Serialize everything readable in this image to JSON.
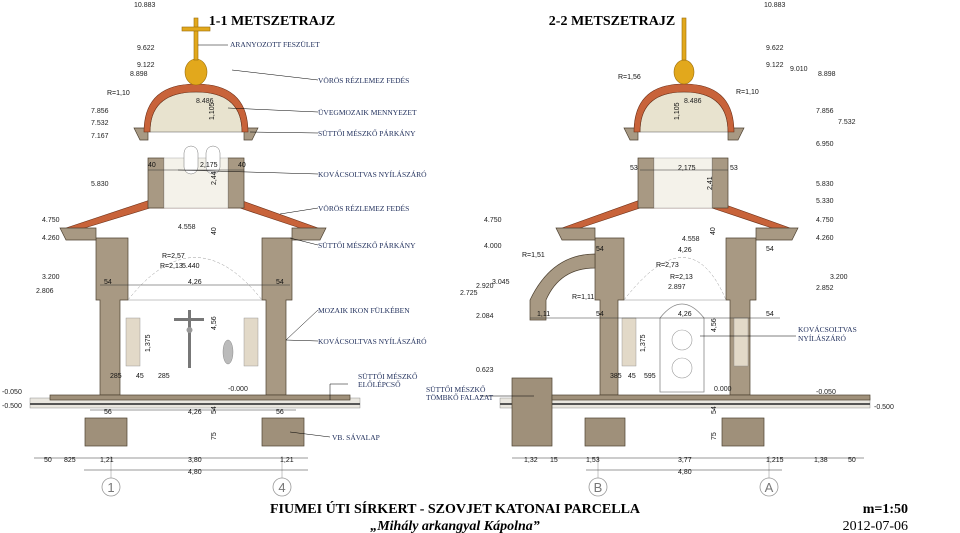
{
  "sections": [
    {
      "title": "1-1 METSZETRAJZ"
    },
    {
      "title": "2-2 METSZETRAJZ"
    }
  ],
  "notes_left": [
    "ARANYOZOTT FESZÜLET",
    "VÖRÖS RÉZLEMEZ FEDÉS",
    "ÜVEGMOZAIK MENNYEZET",
    "SÜTTŐI MÉSZKŐ PÁRKÁNY",
    "KOVÁCSOLTVAS NYÍLÁSZÁRÓ",
    "VÖRÖS RÉZLEMEZ FEDÉS",
    "SÜTTŐI MÉSZKŐ PÁRKÁNY",
    "MOZAIK IKON FÜLKÉBEN",
    "KOVÁCSOLTVAS NYÍLÁSZÁRÓ",
    "SÜTTŐI MÉSZKŐ",
    "ELŐLÉPCSŐ",
    "VB. SÁVALAP"
  ],
  "notes_right": [
    "KOVÁCSOLTVAS",
    "NYÍLÁSZÁRÓ",
    "SÜTTŐI MÉSZKŐ",
    "TÖMBKŐ FALAZAT"
  ],
  "levels_left": [
    "10.883",
    "9.622",
    "9.122",
    "8.898",
    "7.856",
    "7.532",
    "7.167",
    "5.830",
    "4.750",
    "4.260",
    "3.200",
    "2.806",
    "-0.050",
    "-0.500"
  ],
  "levels_right": [
    "10.883",
    "9.622",
    "9.122",
    "9.010",
    "8.898",
    "7.856",
    "7.532",
    "6.950",
    "5.830",
    "5.330",
    "4.750",
    "4.260",
    "3.200",
    "2.852",
    "-0.050",
    "-0.500"
  ],
  "levels_mid": [
    "4.750",
    "4.000",
    "3.045",
    "2.920",
    "2.725",
    "2.084",
    "0.623",
    "0.000",
    "-0.000",
    "8.486",
    "8.486",
    "4.558",
    "4.558",
    "2.897"
  ],
  "radii": [
    "R=1,10",
    "R=1,56",
    "R=1,10",
    "R=2,57",
    "R=2,13",
    "R=1,51",
    "R=2,73",
    "R=2,13",
    "R=1,11",
    "5.440"
  ],
  "inner_dims": [
    "40",
    "2,175",
    "40",
    "2,44",
    "1,105",
    "40",
    "54",
    "4,26",
    "54",
    "4,56",
    "1,375",
    "285",
    "45",
    "285",
    "56",
    "4,26",
    "56",
    "54",
    "75",
    "53",
    "2,175",
    "53",
    "2,41",
    "1,105",
    "40",
    "54",
    "4,26",
    "54",
    "1,11",
    "54",
    "4,26",
    "54",
    "4,56",
    "1,375",
    "385",
    "45",
    "595",
    "54",
    "75"
  ],
  "bottom_dims_left": [
    "50",
    "825",
    "1,21",
    "3,80",
    "1,21",
    "4,80"
  ],
  "bottom_dims_right": [
    "1,32",
    "15",
    "1,53",
    "3,77",
    "1,215",
    "1,38",
    "50",
    "4,80"
  ],
  "axes": [
    "1",
    "4",
    "B",
    "A"
  ],
  "footer": {
    "main_title": "FIUMEI ÚTI SÍRKERT - SZOVJET KATONAI PARCELLA",
    "subtitle": "„Mihály arkangyal Kápolna”",
    "scale": "m=1:50",
    "date": "2012-07-06"
  }
}
